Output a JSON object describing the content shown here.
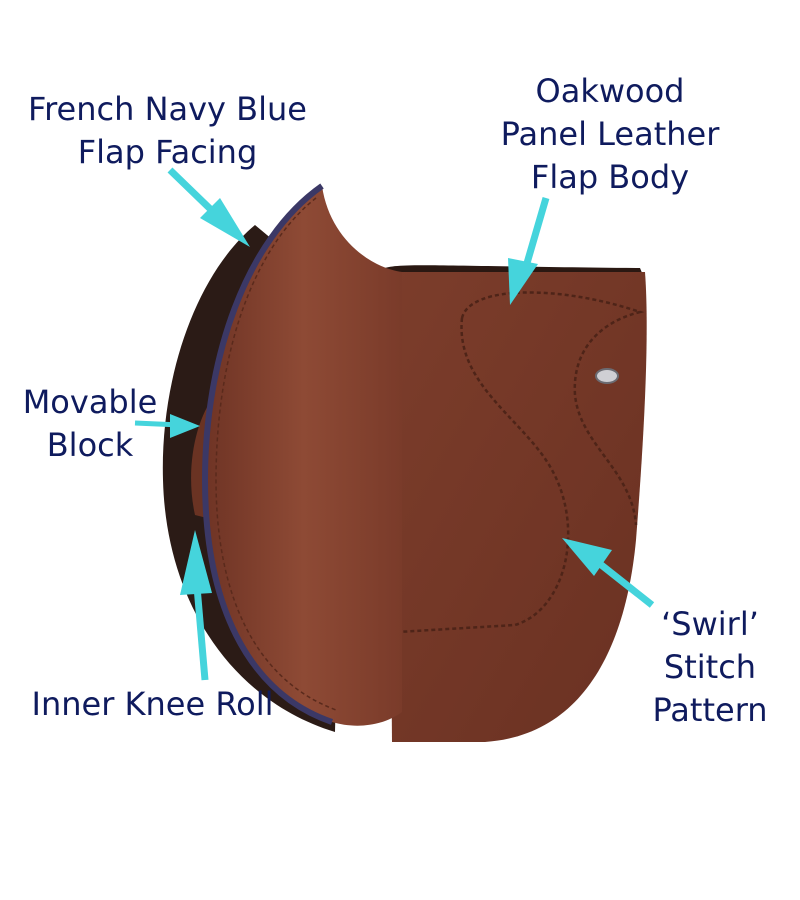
{
  "labels": {
    "flap_facing": [
      "French Navy Blue",
      "Flap Facing"
    ],
    "flap_body": [
      "Oakwood",
      "Panel Leather",
      "Flap Body"
    ],
    "movable_block": [
      "Movable",
      "Block"
    ],
    "swirl": [
      "‘Swirl’",
      "Stitch",
      "Pattern"
    ],
    "knee_roll": "Inner Knee Roll"
  },
  "colors": {
    "text": "#0f1b5e",
    "arrow": "#45d4dc",
    "leather": "#8a4532",
    "leather_dark": "#6e3424",
    "facing": "#3b3866"
  }
}
